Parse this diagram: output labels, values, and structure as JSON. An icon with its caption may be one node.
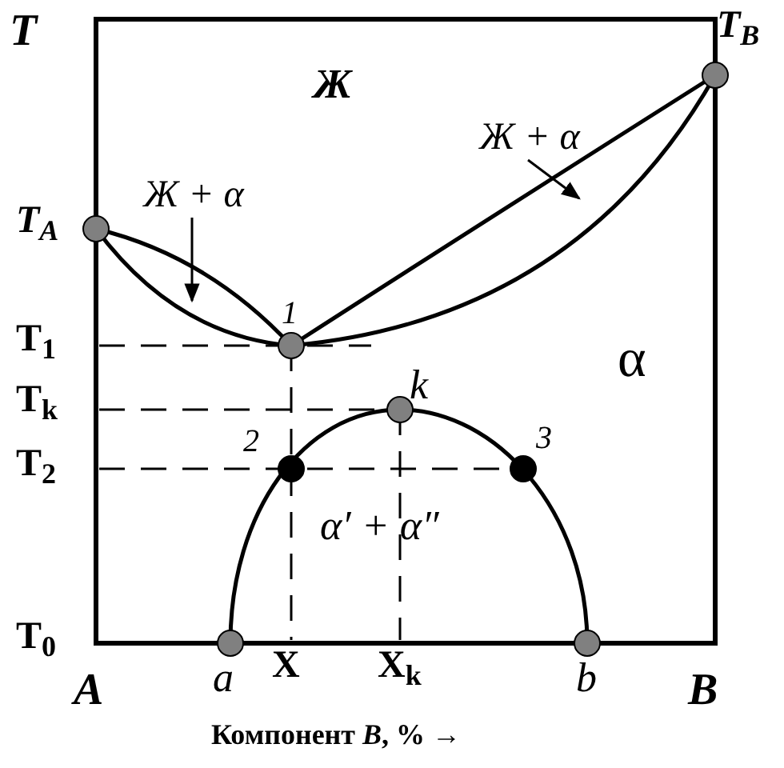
{
  "diagram": {
    "nodes": [
      {
        "text": [
          "Ж + α"
        ]
      },
      {
        "text": [
          "Ж + α"
        ]
      }
    ],
    "edges": [
      {
        "from": 0,
        "to": null,
        "arrow": "to"
      },
      {
        "from": 1,
        "to": null,
        "arrow": "to"
      }
    ],
    "labels": [
      "T",
      "T$_{B}$",
      "Ж",
      "T$_{A}$",
      "1",
      "α",
      "T$_{1}$",
      "T$_{k}$",
      "k",
      "2",
      "3",
      "T$_{2}$",
      "α′ + α″",
      "T$_{0}$",
      "A",
      "a",
      "X",
      "X$_{k}$",
      "b",
      "B",
      "Компонент *B*, % →"
    ]
  }
}
